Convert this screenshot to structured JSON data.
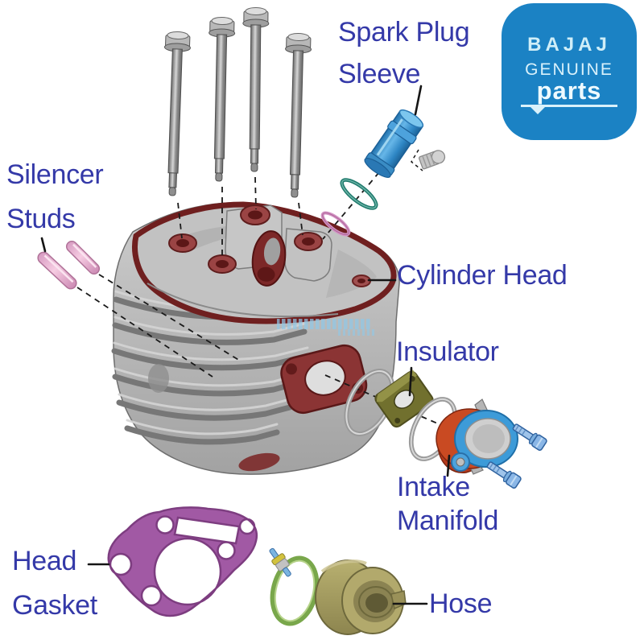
{
  "brand_badge": {
    "brand": "BAJAJ",
    "line2": "GENUINE",
    "line3": "parts",
    "bg_color": "#1b82c4",
    "fg_color": "#cfeef8"
  },
  "labels": {
    "color": "#3439a8",
    "spark_plug_sleeve": {
      "line1": "Spark Plug",
      "line2": "Sleeve"
    },
    "silencer_studs": {
      "line1": "Silencer",
      "line2": "Studs"
    },
    "cylinder_head": {
      "text": "Cylinder Head"
    },
    "insulator": {
      "text": "Insulator"
    },
    "intake_manifold": {
      "line1": "Intake",
      "line2": "Manifold"
    },
    "head_gasket": {
      "line1": "Head",
      "line2": "Gasket"
    },
    "hose": {
      "text": "Hose"
    }
  },
  "parts": [
    {
      "name": "head-bolt",
      "count": 4,
      "color": "#a8a8a8"
    },
    {
      "name": "spark-plug-sleeve",
      "count": 1,
      "color": "#4aa3dc"
    },
    {
      "name": "spark-plug-cap",
      "count": 1,
      "color": "#c6c6c6"
    },
    {
      "name": "o-ring-teal",
      "count": 1,
      "color": "#1f7a6c"
    },
    {
      "name": "o-ring-pink",
      "count": 1,
      "color": "#d294c4"
    },
    {
      "name": "silencer-stud",
      "count": 2,
      "color": "#f0b4d4"
    },
    {
      "name": "cylinder-head",
      "count": 1,
      "color": "#bcbcbc",
      "accent": "#6f1f1f"
    },
    {
      "name": "o-ring-gray",
      "count": 2,
      "color": "#a8a8a8"
    },
    {
      "name": "insulator",
      "count": 1,
      "color": "#71702e"
    },
    {
      "name": "intake-manifold",
      "count": 1,
      "color": "#c04120",
      "accent": "#3d9bd8"
    },
    {
      "name": "manifold-bolt",
      "count": 2,
      "color": "#8ab6e6"
    },
    {
      "name": "head-gasket",
      "count": 1,
      "color": "#a159a4"
    },
    {
      "name": "hose-clamp",
      "count": 1,
      "color": "#79a74b"
    },
    {
      "name": "hose",
      "count": 1,
      "color": "#a69d62"
    }
  ]
}
